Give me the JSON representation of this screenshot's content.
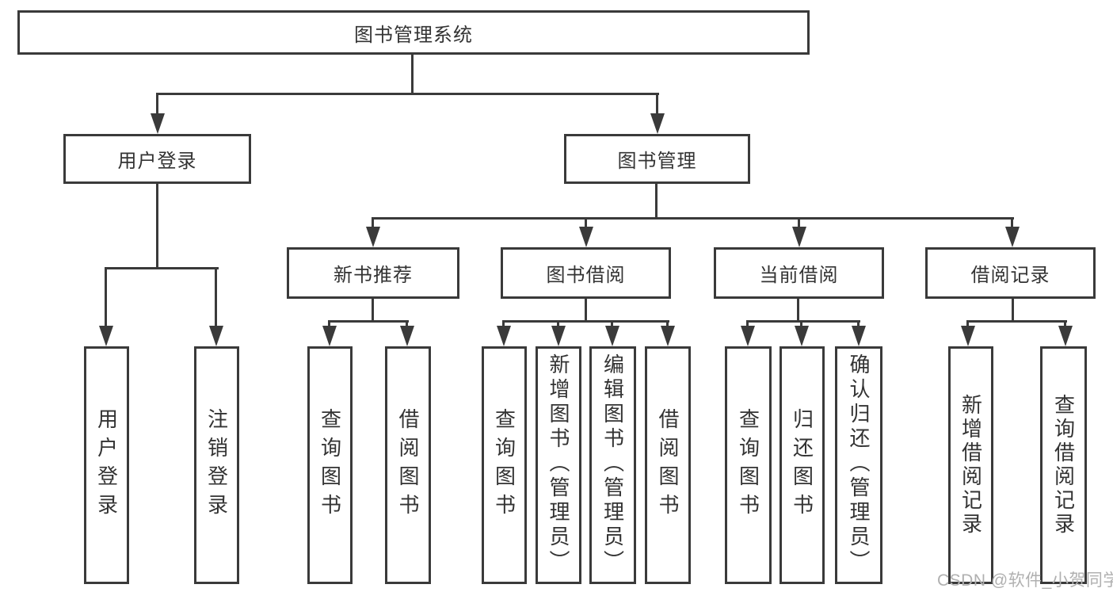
{
  "diagram": {
    "title": "图书管理系统",
    "type": "hierarchy-tree",
    "tree": {
      "root": {
        "label": "图书管理系统",
        "children": [
          {
            "label": "用户登录",
            "children": [
              {
                "label": "用户登录"
              },
              {
                "label": "注销登录"
              }
            ]
          },
          {
            "label": "图书管理",
            "children": [
              {
                "label": "新书推荐",
                "children": [
                  {
                    "label": "查询图书"
                  },
                  {
                    "label": "借阅图书"
                  }
                ]
              },
              {
                "label": "图书借阅",
                "children": [
                  {
                    "label": "查询图书"
                  },
                  {
                    "label": "新增图书（管理员）"
                  },
                  {
                    "label": "编辑图书（管理员）"
                  },
                  {
                    "label": "借阅图书"
                  }
                ]
              },
              {
                "label": "当前借阅",
                "children": [
                  {
                    "label": "查询图书"
                  },
                  {
                    "label": "归还图书"
                  },
                  {
                    "label": "确认归还（管理员）"
                  }
                ]
              },
              {
                "label": "借阅记录",
                "children": [
                  {
                    "label": "新增借阅记录"
                  },
                  {
                    "label": "查询借阅记录"
                  }
                ]
              }
            ]
          }
        ]
      }
    }
  },
  "watermark": {
    "text": "CSDN @软件_小贺同学"
  },
  "colors": {
    "line": "#3a3a3a",
    "text": "#333333",
    "watermark": "#b0b0b0",
    "background": "#ffffff"
  }
}
